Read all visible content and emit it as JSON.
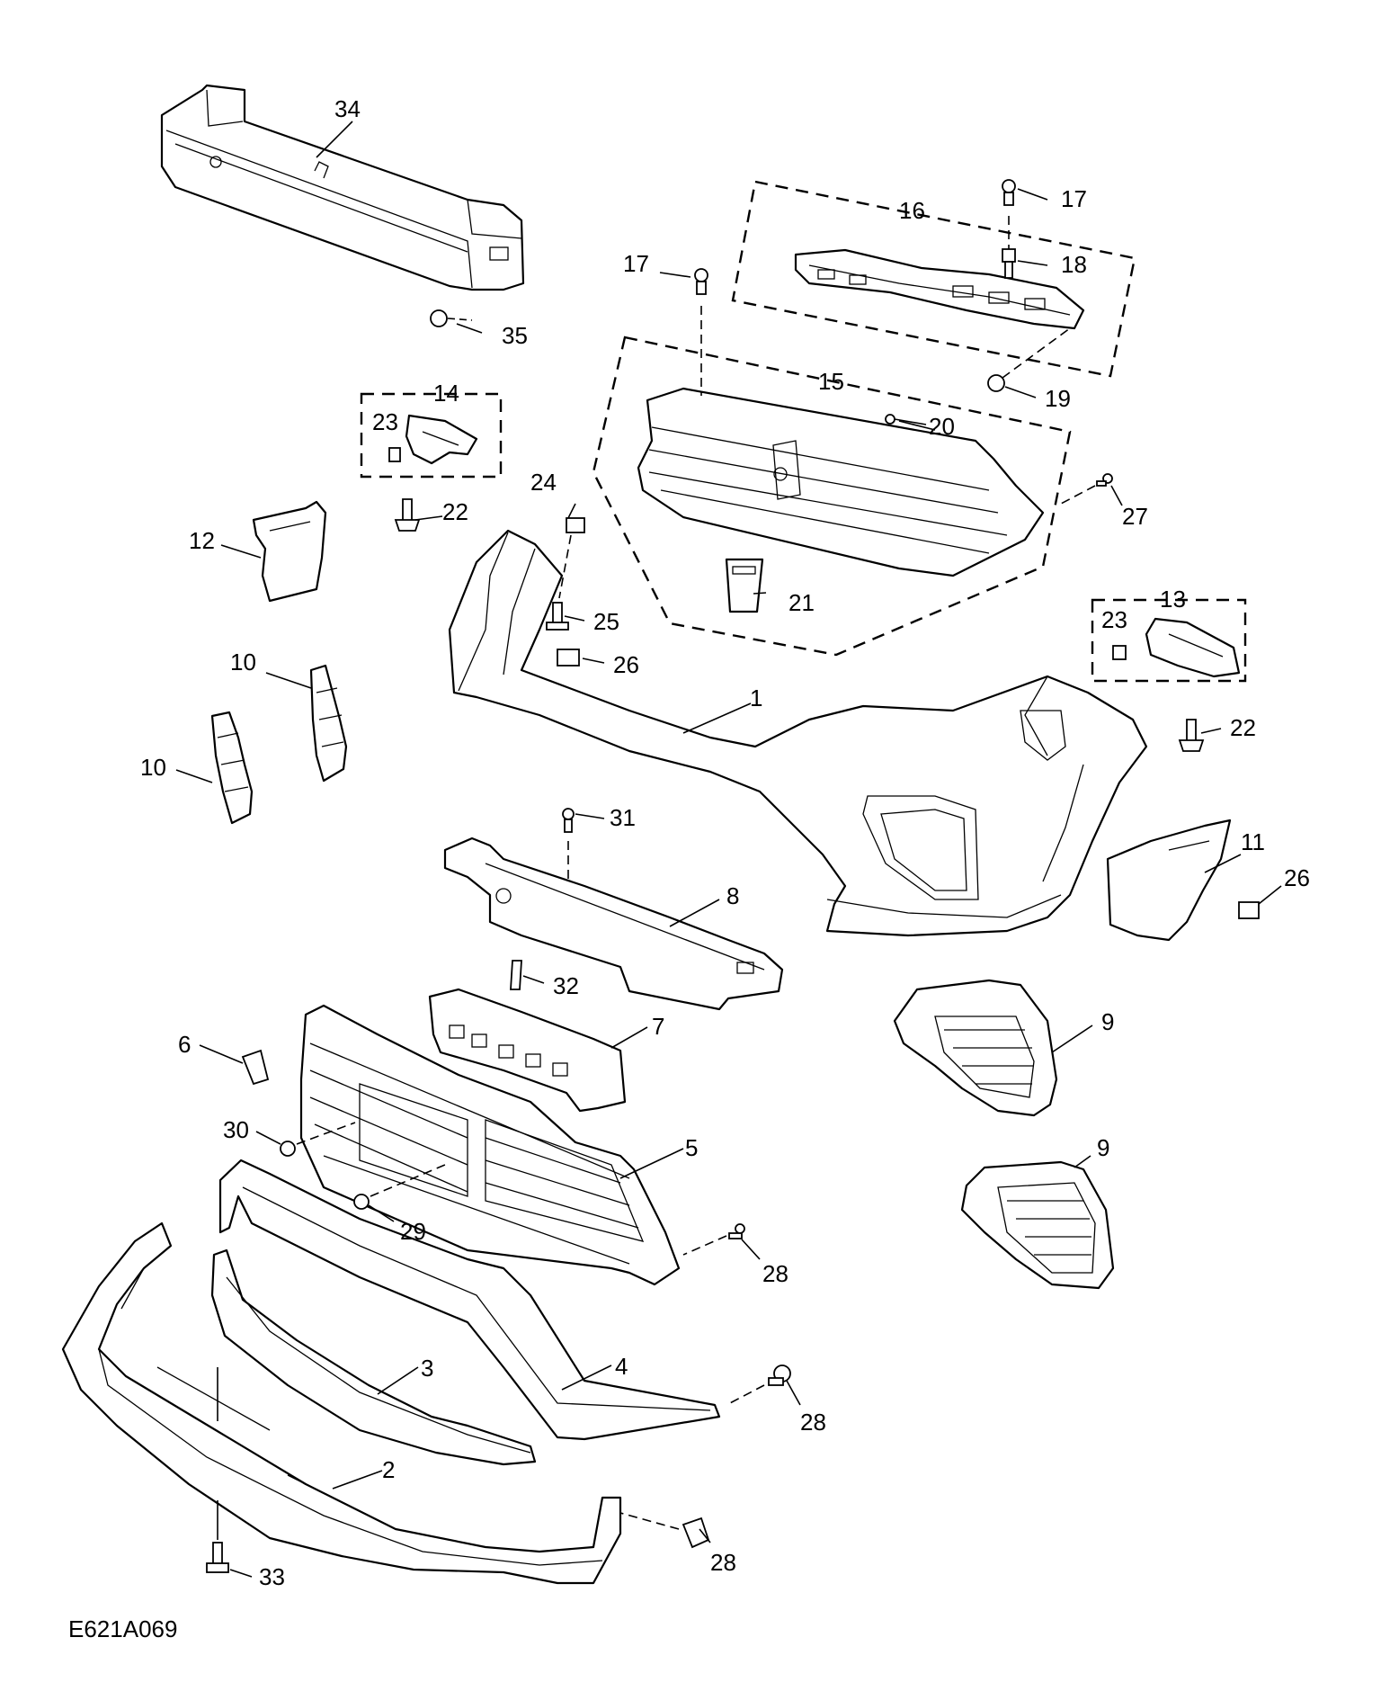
{
  "figure_id": "E621A069",
  "callouts": {
    "c1": "1",
    "c2": "2",
    "c3": "3",
    "c4": "4",
    "c5": "5",
    "c6": "6",
    "c7": "7",
    "c8": "8",
    "c9a": "9",
    "c9b": "9",
    "c10a": "10",
    "c10b": "10",
    "c11": "11",
    "c12": "12",
    "c13": "13",
    "c14": "14",
    "c15": "15",
    "c16": "16",
    "c17a": "17",
    "c17b": "17",
    "c18": "18",
    "c19": "19",
    "c20": "20",
    "c21": "21",
    "c22a": "22",
    "c22b": "22",
    "c23a": "23",
    "c23b": "23",
    "c24": "24",
    "c25": "25",
    "c26a": "26",
    "c26b": "26",
    "c27": "27",
    "c28a": "28",
    "c28b": "28",
    "c28c": "28",
    "c29": "29",
    "c30": "30",
    "c31": "31",
    "c32": "32",
    "c33": "33",
    "c34": "34",
    "c35": "35"
  }
}
